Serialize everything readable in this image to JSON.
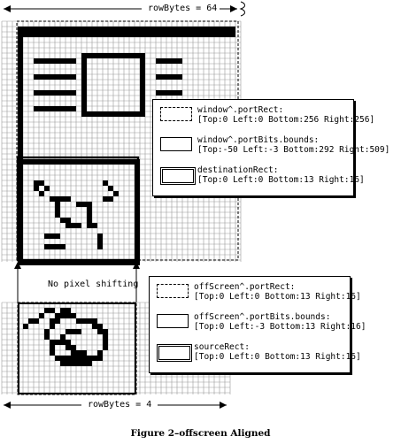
{
  "top_dimension": {
    "label": "rowBytes = 64"
  },
  "bottom_dimension": {
    "label": "rowBytes = 4"
  },
  "shift_note": "No pixel shifting",
  "window_legend": [
    {
      "style": "dashed",
      "title": "window^.portRect:",
      "value": "[Top:0 Left:0 Bottom:256 Right:256]"
    },
    {
      "style": "solid",
      "title": "window^.portBits.bounds:",
      "value": "[Top:-50 Left:-3 Bottom:292 Right:509]"
    },
    {
      "style": "double",
      "title": "destinationRect:",
      "value": "[Top:0 Left:0 Bottom:13 Right:16]"
    }
  ],
  "offscreen_legend": [
    {
      "style": "dashed",
      "title": "offScreen^.portRect:",
      "value": "[Top:0 Left:0 Bottom:13 Right:16]"
    },
    {
      "style": "solid",
      "title": "offScreen^.portBits.bounds:",
      "value": "[Top:0 Left:-3 Bottom:13 Right:16]"
    },
    {
      "style": "double",
      "title": "sourceRect:",
      "value": "[Top:0 Left:0 Bottom:13 Right:16]"
    }
  ],
  "caption": "Figure 2–offscreen Aligned",
  "colors": {
    "ink": "#000000",
    "grid": "#9a9a9a",
    "paper": "#ffffff"
  }
}
